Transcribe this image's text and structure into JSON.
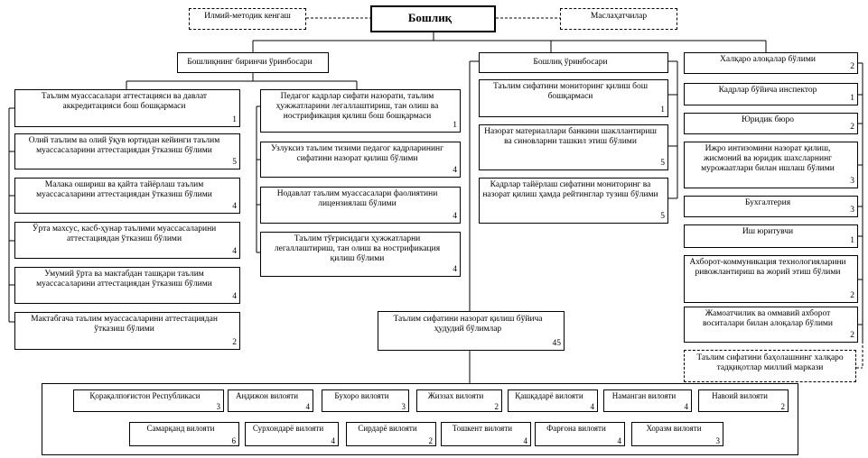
{
  "head": {
    "title": "Бошлиқ"
  },
  "side_left": "Илмий-методик кенгаш",
  "side_right": "Маслаҳатчилар",
  "first_deputy": {
    "title": "Бошлиқнинг биринчи ўринбосари"
  },
  "deputy": {
    "title": "Бошлиқ ўринбосари"
  },
  "col1": [
    {
      "label": "Таълим муассасалари аттестацияси ва давлат аккредитацияси бош бошқармаси",
      "count": "1"
    },
    {
      "label": "Олий таълим ва олий ўқув юртидан кейинги таълим муассасаларини аттестациядан ўтказиш бўлими",
      "count": "5"
    },
    {
      "label": "Малака ошириш ва қайта тайёрлаш таълим муассасаларини аттестациядан ўтказиш бўлими",
      "count": "4"
    },
    {
      "label": "Ўрта махсус, касб-ҳунар таълими муассасаларини аттестациядан ўтказиш бўлими",
      "count": "4"
    },
    {
      "label": "Умумий ўрта ва мактабдан ташқари таълим муассасаларини аттестациядан ўтказиш бўлими",
      "count": "4"
    },
    {
      "label": "Мактабгача таълим муассасаларини аттестациядан ўтказиш бўлими",
      "count": "2"
    }
  ],
  "col2": [
    {
      "label": "Педагог кадрлар сифати назорати, таълим ҳужжатларини легаллаштириш, тан олиш ва нострификация қилиш бош бошқармаси",
      "count": "1"
    },
    {
      "label": "Узлуксиз таълим тизими педагог кадрларининг сифатини назорат қилиш бўлими",
      "count": "4"
    },
    {
      "label": "Нодавлат таълим муассасалари фаолиятини лицензиялаш бўлими",
      "count": "4"
    },
    {
      "label": "Таълим тўғрисидаги ҳужжатларни легаллаштириш, тан олиш ва нострификация қилиш бўлими",
      "count": "4"
    }
  ],
  "col3": [
    {
      "label": "Таълим сифатини мониторинг қилиш бош бошқармаси",
      "count": "1"
    },
    {
      "label": "Назорат материаллари банкини шакллантириш ва синовларни ташкил этиш бўлими",
      "count": "5"
    },
    {
      "label": "Кадрлар тайёрлаш сифатини мониторинг ва назорат қилиш ҳамда рейтинглар тузиш бўлими",
      "count": "5"
    }
  ],
  "col4": [
    {
      "label": "Халқаро алоқалар бўлими",
      "count": "2"
    },
    {
      "label": "Кадрлар бўйича инспектор",
      "count": "1"
    },
    {
      "label": "Юридик бюро",
      "count": "2"
    },
    {
      "label": "Ижро интизомини назорат қилиш, жисмоний ва юридик шахсларнинг мурожаатлари билан ишлаш бўлими",
      "count": "3"
    },
    {
      "label": "Бухгалтерия",
      "count": "3"
    },
    {
      "label": "Иш юритувчи",
      "count": "1"
    },
    {
      "label": "Ахборот-коммуникация технологияларини ривожлантириш ва жорий этиш бўлими",
      "count": "2"
    },
    {
      "label": "Жамоатчилик ва оммавий ахборот воситалари билан алоқалар бўлими",
      "count": "2"
    }
  ],
  "national_center": "Таълим сифатини баҳолашнинг халқаро тадқиқотлар миллий маркази",
  "territorial": {
    "label": "Таълим сифатини назорат қилиш бўйича ҳудудий бўлимлар",
    "count": "45"
  },
  "regions_row1": [
    {
      "label": "Қорақалпоғистон Республикаси",
      "count": "3"
    },
    {
      "label": "Андижон вилояти",
      "count": "4"
    },
    {
      "label": "Бухоро вилояти",
      "count": "3"
    },
    {
      "label": "Жиззах вилояти",
      "count": "2"
    },
    {
      "label": "Қашқадарё вилояти",
      "count": "4"
    },
    {
      "label": "Наманган вилояти",
      "count": "4"
    },
    {
      "label": "Навоий вилояти",
      "count": "2"
    }
  ],
  "regions_row2": [
    {
      "label": "Самарқанд вилояти",
      "count": "6"
    },
    {
      "label": "Сурхондарё вилояти",
      "count": "4"
    },
    {
      "label": "Сирдарё вилояти",
      "count": "2"
    },
    {
      "label": "Тошкент вилояти",
      "count": "4"
    },
    {
      "label": "Фарғона вилояти",
      "count": "4"
    },
    {
      "label": "Хоразм вилояти",
      "count": "3"
    }
  ]
}
